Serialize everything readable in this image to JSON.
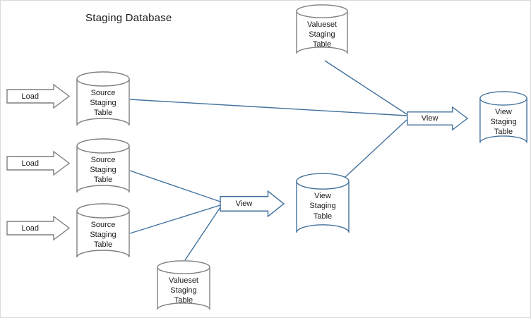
{
  "title": "Staging Database",
  "colors": {
    "shape_outline_gray": "#7f7f7f",
    "shape_outline_blue": "#41719c",
    "connector_blue": "#41719c",
    "text": "#1a1a1a",
    "background": "#ffffff"
  },
  "nodes": {
    "source_staging_1": {
      "label": "Source\nStaging\nTable"
    },
    "source_staging_2": {
      "label": "Source\nStaging\nTable"
    },
    "source_staging_3": {
      "label": "Source\nStaging\nTable"
    },
    "valueset_staging_top": {
      "label": "Valueset\nStaging\nTable"
    },
    "valueset_staging_bottom": {
      "label": "Valueset\nStaging\nTable"
    },
    "view_staging_mid": {
      "label": "View\nStaging\nTable"
    },
    "view_staging_right": {
      "label": "View\nStaging\nTable"
    }
  },
  "arrows": {
    "load_1": {
      "label": "Load"
    },
    "load_2": {
      "label": "Load"
    },
    "load_3": {
      "label": "Load"
    },
    "view_mid": {
      "label": "View"
    },
    "view_right": {
      "label": "View"
    }
  }
}
